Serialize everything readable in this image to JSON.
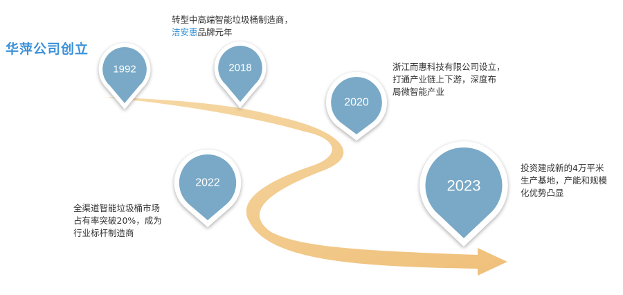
{
  "title": "华萍公司创立",
  "colors": {
    "pin_fill": "#79a9c6",
    "pin_ring": "#ffffff",
    "path_fill": "#f2c680",
    "title_text": "#3a90d8",
    "highlight_text": "#2f8fd6"
  },
  "milestones": [
    {
      "year": "1992",
      "lines": []
    },
    {
      "year": "2018",
      "lines": [
        "转型中高端智能垃圾桶制造商，"
      ],
      "highlight": "洁安惠",
      "highlight_rest": "品牌元年"
    },
    {
      "year": "2020",
      "lines": [
        "浙江而惠科技有限公司设立，",
        "打通产业链上下游，深度布",
        "局微智能产业"
      ]
    },
    {
      "year": "2022",
      "lines": [
        "全渠道智能垃圾桶市场",
        "占有率突破20%，成为",
        "行业标杆制造商"
      ]
    },
    {
      "year": "2023",
      "lines": [
        "投资建成新的4万平米",
        "生产基地，产能和规模",
        "化优势凸显"
      ]
    }
  ]
}
